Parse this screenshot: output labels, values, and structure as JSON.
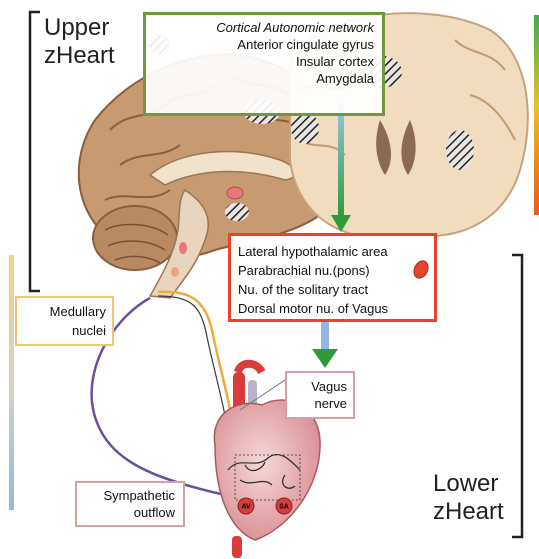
{
  "upper_label": [
    "Upper",
    "zHeart"
  ],
  "lower_label": [
    "Lower",
    "zHeart"
  ],
  "cortical": {
    "title": "Cortical Autonomic network",
    "items": [
      "Anterior cingulate gyrus",
      "Insular cortex",
      "Amygdala"
    ]
  },
  "hypothalamic": {
    "items": [
      "Lateral hypothalamic area",
      "Parabrachial nu.(pons)",
      "Nu. of the solitary tract",
      "Dorsal motor nu. of Vagus"
    ]
  },
  "medullary": [
    "Medullary",
    "nuclei"
  ],
  "vagus": [
    "Vagus",
    "nerve"
  ],
  "sympathetic": [
    "Sympathetic",
    "outflow"
  ],
  "heart_nodes": {
    "av": "AV",
    "sa": "SA"
  },
  "colors": {
    "cortical_border": "#6f9a3a",
    "hypothalamic_border": "#e8442a",
    "medullary_border": "#f0c578",
    "vagus_border": "#d4a0a2",
    "sympathetic_path": "#6b4f9e",
    "vagus_path": "#f2a93b",
    "green_arrow": "#2e9a3a",
    "blue_arrow": "#8fb9e0"
  }
}
